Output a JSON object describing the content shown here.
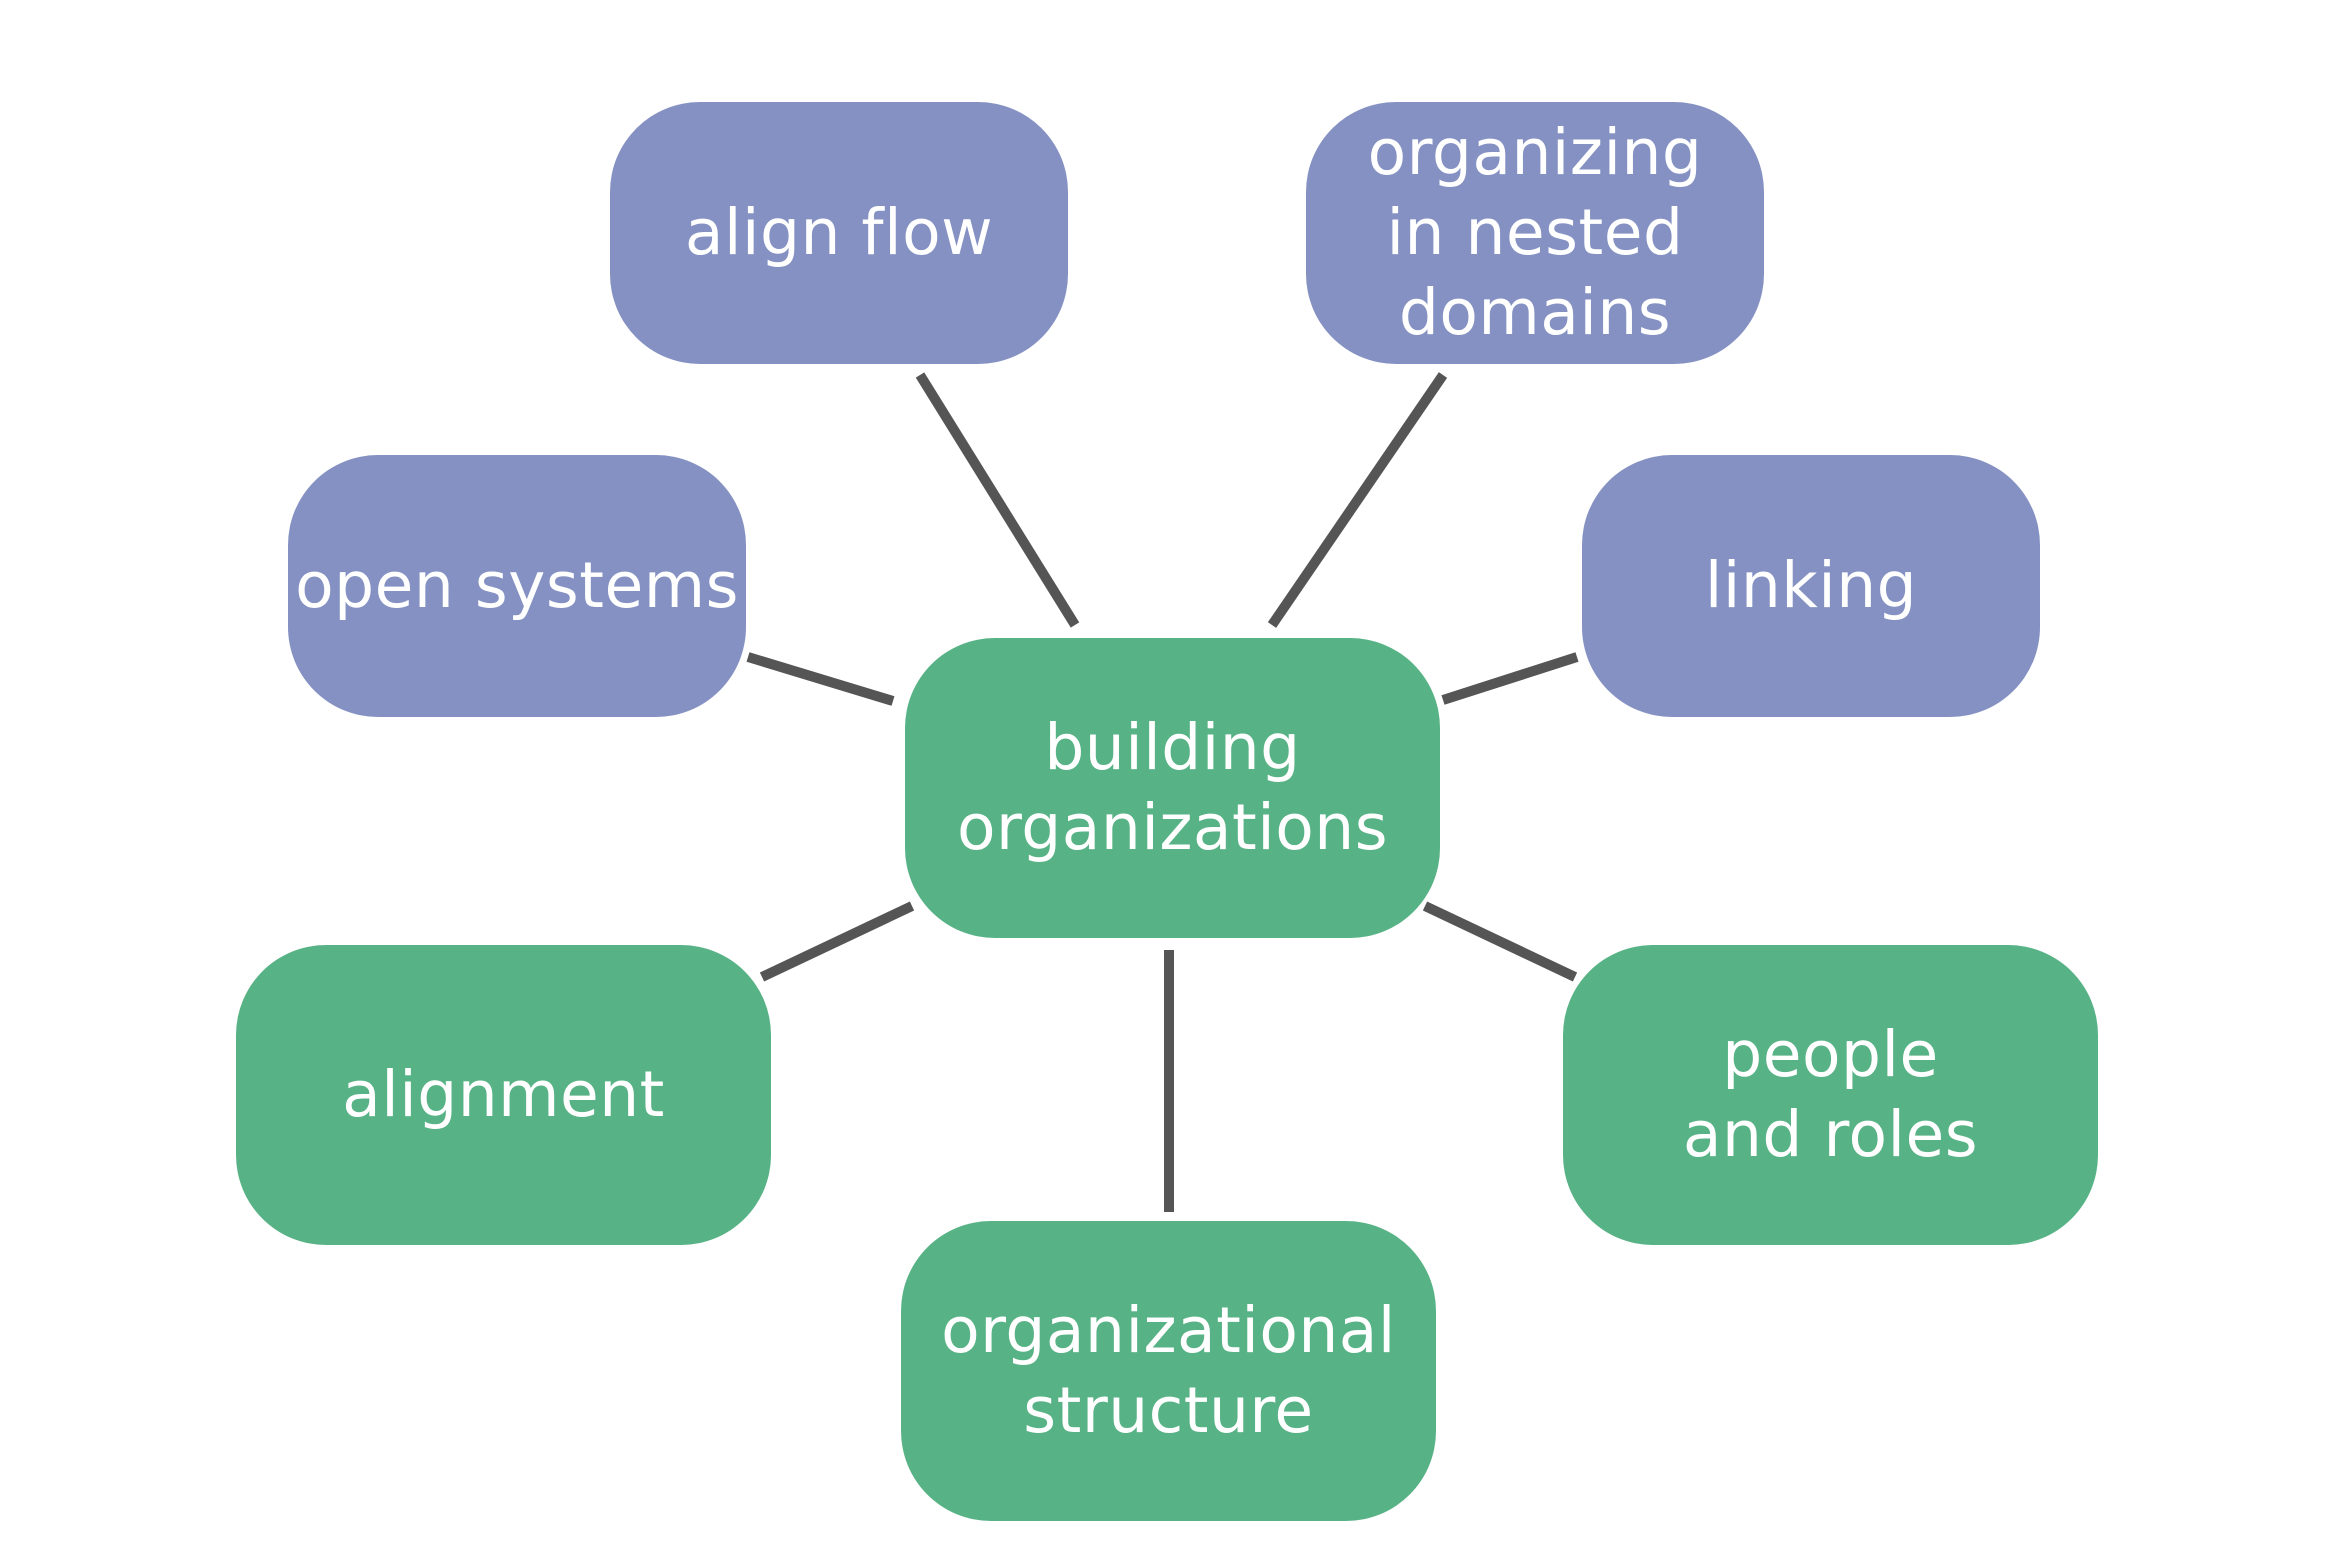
{
  "diagram": {
    "colors": {
      "center": "#57b285",
      "purple_nodes": "#8491c2",
      "green_nodes": "#57b285",
      "connector": "#555555",
      "text": "#ffffff"
    },
    "center": {
      "label": "building\norganizations"
    },
    "nodes": [
      {
        "id": "align-flow",
        "label": "align flow",
        "color": "purple"
      },
      {
        "id": "nested-domains",
        "label": "organizing\nin nested\ndomains",
        "color": "purple"
      },
      {
        "id": "open-systems",
        "label": "open systems",
        "color": "purple"
      },
      {
        "id": "linking",
        "label": "linking",
        "color": "purple"
      },
      {
        "id": "alignment",
        "label": "alignment",
        "color": "green"
      },
      {
        "id": "people-roles",
        "label": "people\nand roles",
        "color": "green"
      },
      {
        "id": "org-structure",
        "label": "organizational\nstructure",
        "color": "green"
      }
    ]
  }
}
